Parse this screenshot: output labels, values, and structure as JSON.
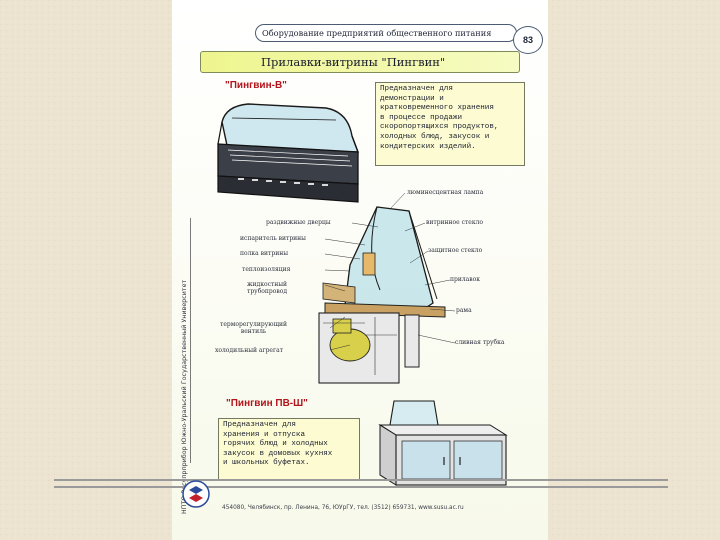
{
  "header": {
    "running_title": "Оборудование предприятий общественного питания",
    "page_number": "83"
  },
  "title": "Прилавки-витрины \"Пингвин\"",
  "sidebar": {
    "vertical_text": "НПТО Росупрприбор    Южно-Уральский Государственный Университет"
  },
  "models": [
    {
      "name": "\"Пингвин-В\"",
      "description": "Предназначен для\nдемонстрации и\nкратковременного хранения\nв процессе продажи\nскоропортящихся продуктов,\nхолодных блюд, закусок и\nкондитерских изделий."
    },
    {
      "name": "\"Пингвин ПВ-Ш\"",
      "description": "Предназначен для\nхранения и отпуска\nгорячих блюд и холодных\nзакусок в домовых кухнях\nи школьных буфетах."
    }
  ],
  "diagram_labels": {
    "lamp": "люминесцентная лампа",
    "sliding_doors": "раздвижные дверцы",
    "display_glass": "витринное стекло",
    "evaporator": "испаритель витрины",
    "shelf": "полка витрины",
    "side_glass": "защитное стекло",
    "insulation": "теплоизоляция",
    "counter": "прилавок",
    "liquid_pipe": "жидкостный\nтрубопровод",
    "frame": "рама",
    "valve": "терморегулирующий\nвентиль",
    "drain": "сливная трубка",
    "compressor": "холодильный агрегат"
  },
  "footer": {
    "address": "454080, Челябинск, пр. Ленина, 76, ЮУрГУ, тел. (3512) 659731, www.susu.ac.ru"
  },
  "colors": {
    "title_band": "#eef58e",
    "description_box": "#fdfbd2",
    "model_label": "#b2141c",
    "glass": "#a9d8e4",
    "background": "#ece4d0"
  }
}
